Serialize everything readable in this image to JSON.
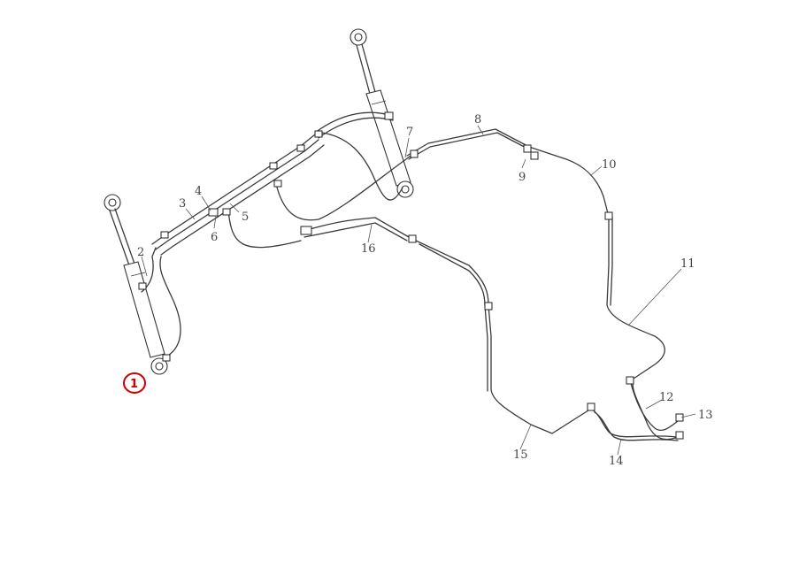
{
  "callouts": [
    {
      "label": "1",
      "highlight": true
    },
    {
      "label": "2"
    },
    {
      "label": "3"
    },
    {
      "label": "4"
    },
    {
      "label": "5"
    },
    {
      "label": "6"
    },
    {
      "label": "7"
    },
    {
      "label": "8"
    },
    {
      "label": "9"
    },
    {
      "label": "10"
    },
    {
      "label": "11"
    },
    {
      "label": "12"
    },
    {
      "label": "13"
    },
    {
      "label": "14"
    },
    {
      "label": "15"
    },
    {
      "label": "16"
    }
  ],
  "colors": {
    "line": "#3a3a3a",
    "highlight": "#cc0000",
    "background": "#ffffff"
  }
}
